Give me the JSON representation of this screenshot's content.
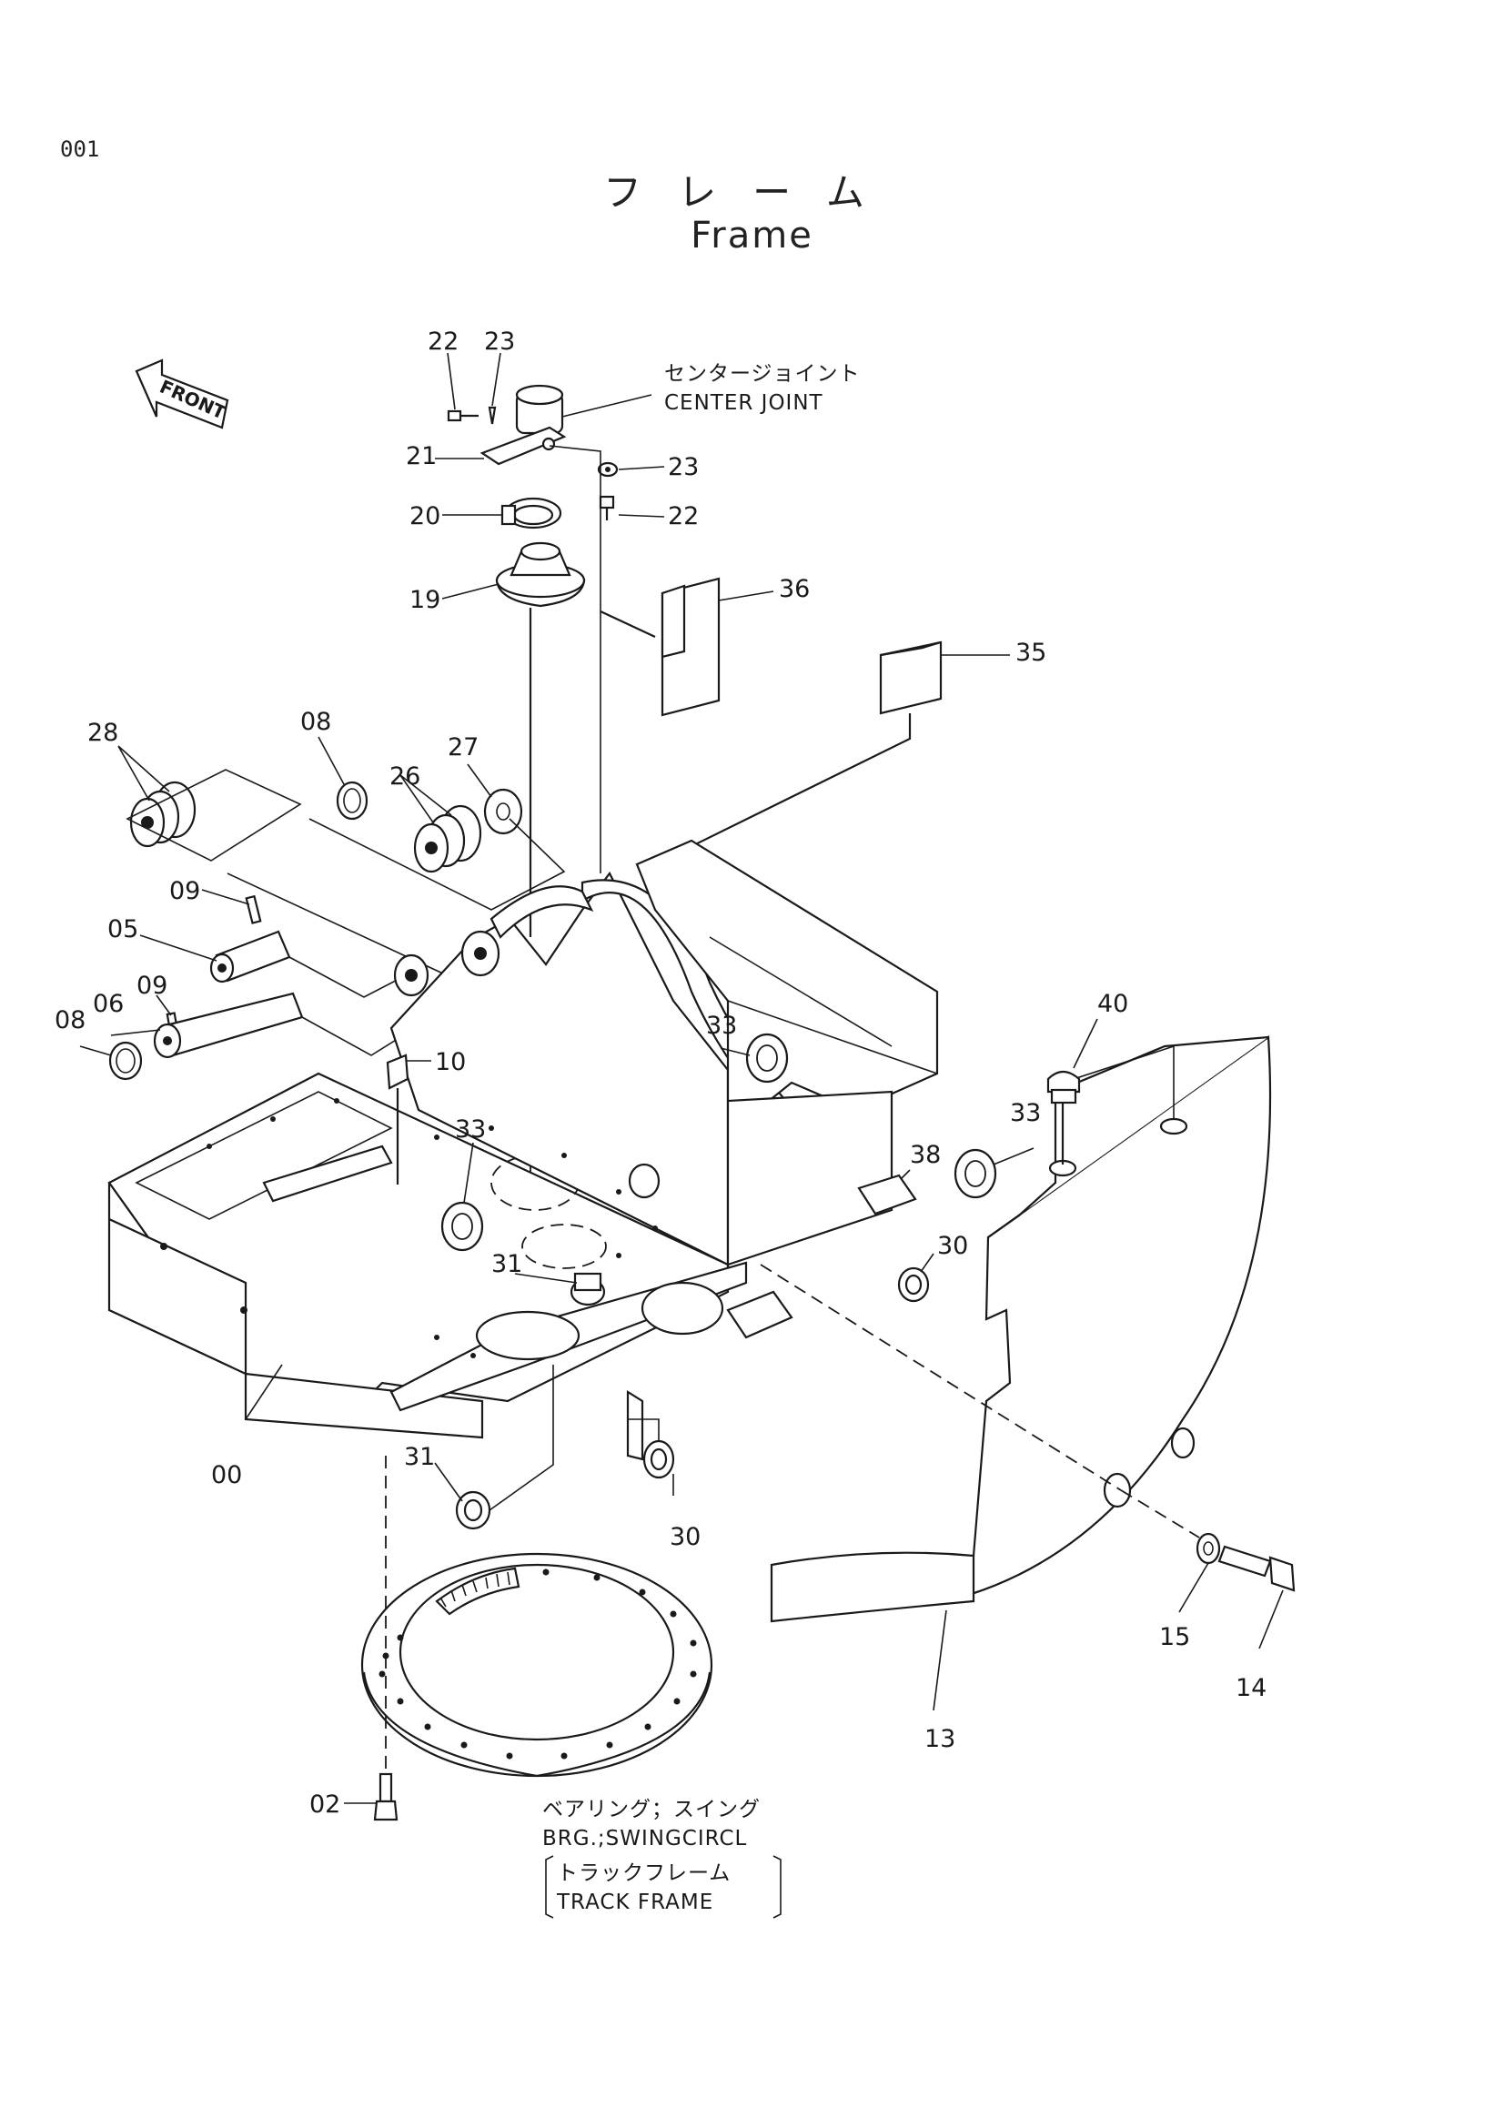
{
  "header": {
    "page_code": "001",
    "title_jp": "フレーム",
    "title_en": "Frame"
  },
  "front_arrow": "FRONT",
  "callouts": {
    "center_joint_jp": "センタージョイント",
    "center_joint_en": "CENTER JOINT",
    "bearing_jp": "ベアリング；スイング",
    "bearing_en": "BRG.;SWINGCIRCL",
    "track_jp": "トラックフレーム",
    "track_en": "TRACK FRAME"
  },
  "parts": [
    {
      "id": "p22a",
      "label": "22"
    },
    {
      "id": "p23a",
      "label": "23"
    },
    {
      "id": "p21",
      "label": "21"
    },
    {
      "id": "p23b",
      "label": "23"
    },
    {
      "id": "p20",
      "label": "20"
    },
    {
      "id": "p22b",
      "label": "22"
    },
    {
      "id": "p19",
      "label": "19"
    },
    {
      "id": "p36",
      "label": "36"
    },
    {
      "id": "p35",
      "label": "35"
    },
    {
      "id": "p28",
      "label": "28"
    },
    {
      "id": "p08a",
      "label": "08"
    },
    {
      "id": "p27",
      "label": "27"
    },
    {
      "id": "p26",
      "label": "26"
    },
    {
      "id": "p09a",
      "label": "09"
    },
    {
      "id": "p05",
      "label": "05"
    },
    {
      "id": "p09b",
      "label": "09"
    },
    {
      "id": "p06",
      "label": "06"
    },
    {
      "id": "p08b",
      "label": "08"
    },
    {
      "id": "p10",
      "label": "10"
    },
    {
      "id": "p33a",
      "label": "33"
    },
    {
      "id": "p33b",
      "label": "33"
    },
    {
      "id": "p40",
      "label": "40"
    },
    {
      "id": "p33c",
      "label": "33"
    },
    {
      "id": "p38",
      "label": "38"
    },
    {
      "id": "p30a",
      "label": "30"
    },
    {
      "id": "p31a",
      "label": "31"
    },
    {
      "id": "p00",
      "label": "00"
    },
    {
      "id": "p31b",
      "label": "31"
    },
    {
      "id": "p30b",
      "label": "30"
    },
    {
      "id": "p15",
      "label": "15"
    },
    {
      "id": "p14",
      "label": "14"
    },
    {
      "id": "p13",
      "label": "13"
    },
    {
      "id": "p02",
      "label": "02"
    }
  ]
}
